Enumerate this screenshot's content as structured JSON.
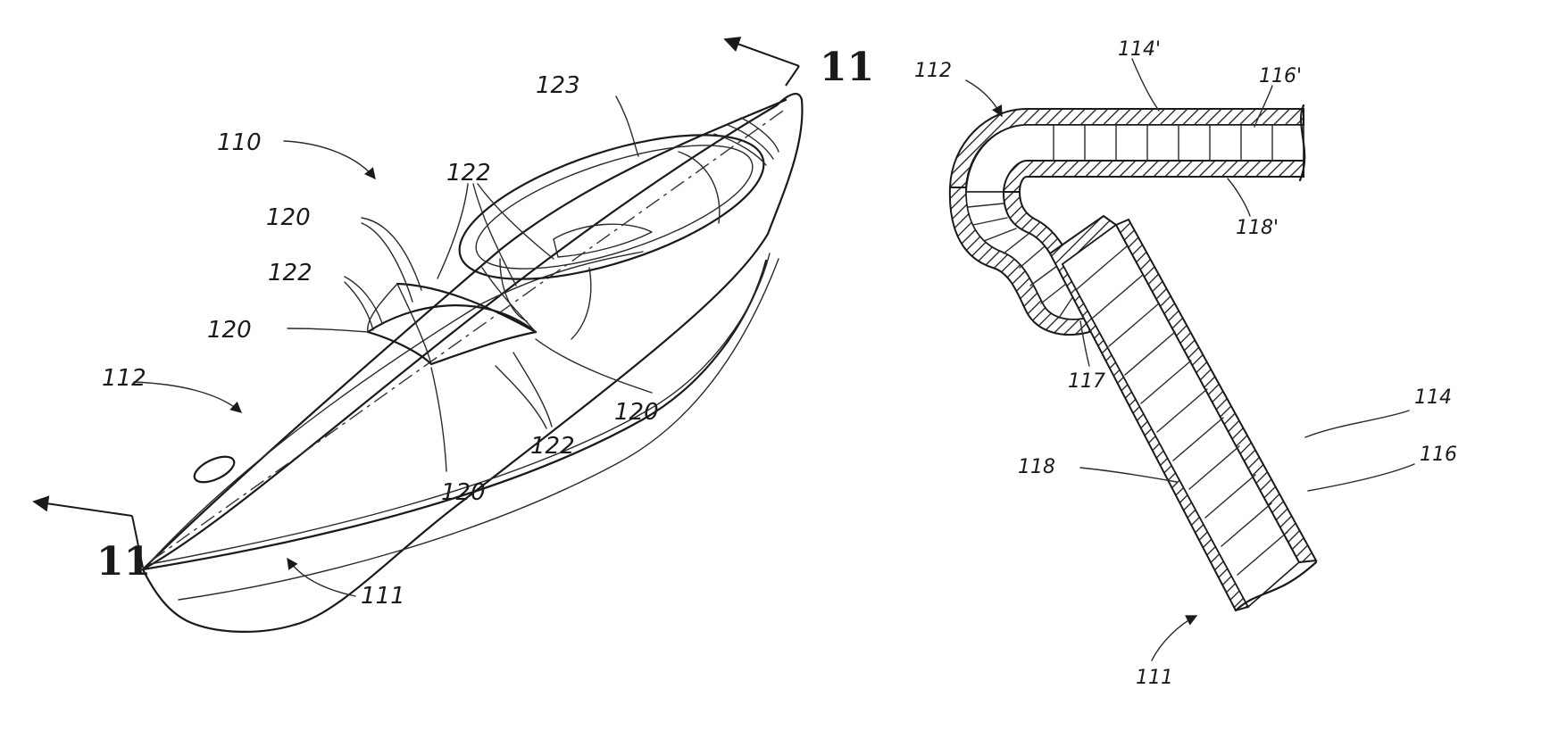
{
  "labels": {
    "section_top": "11",
    "section_bottom": "11",
    "kayak_assembly": "110",
    "kayak_hull": "111",
    "kayak_deck": "112",
    "cockpit": "123",
    "rib_a": "122",
    "rib_b": "122",
    "rib_c": "122",
    "web_a": "120",
    "web_b": "120",
    "web_c": "120",
    "web_d": "120",
    "sec_deck": "112",
    "sec_outer_top": "114'",
    "sec_core_top": "116'",
    "sec_inner_top": "118'",
    "sec_joint": "117",
    "sec_outer": "114",
    "sec_core": "116",
    "sec_inner": "118",
    "sec_hull": "111"
  }
}
